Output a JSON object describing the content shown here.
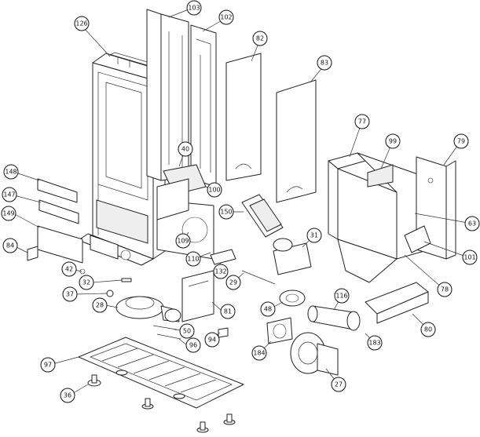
{
  "callouts": {
    "c126": "126",
    "c103": "103",
    "c102": "102",
    "c82": "82",
    "c83": "83",
    "c77": "77",
    "c99": "99",
    "c79": "79",
    "c63": "63",
    "c101": "101",
    "c78": "78",
    "c148": "148",
    "c147": "147",
    "c149": "149",
    "c84": "84",
    "c42": "42",
    "c32": "32",
    "c37": "37",
    "c28": "28",
    "c50": "50",
    "c96": "96",
    "c94": "94",
    "c81": "81",
    "c110": "110",
    "c109": "109",
    "c132": "132",
    "c29": "29",
    "c48": "48",
    "c150": "150",
    "c31": "31",
    "c40": "40",
    "c100": "100",
    "c116": "116",
    "c183": "183",
    "c80": "80",
    "c184": "184",
    "c27": "27",
    "c97": "97",
    "c36": "36"
  }
}
